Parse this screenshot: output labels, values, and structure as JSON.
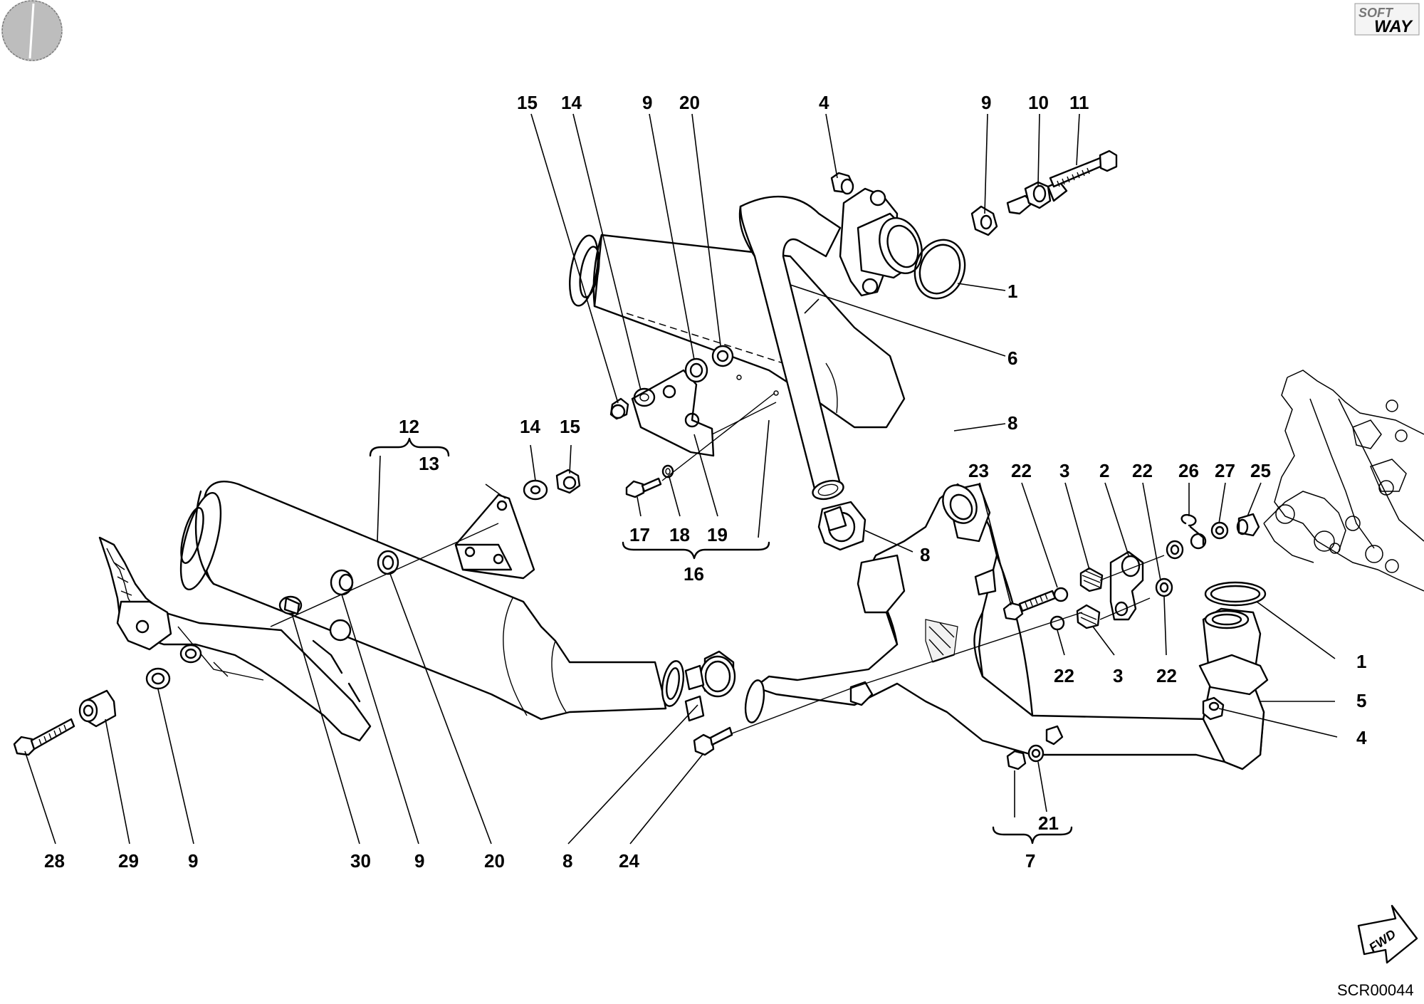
{
  "diagram": {
    "callouts": [
      {
        "id": "c15a",
        "text": "15"
      },
      {
        "id": "c14a",
        "text": "14"
      },
      {
        "id": "c9a",
        "text": "9"
      },
      {
        "id": "c20a",
        "text": "20"
      },
      {
        "id": "c4a",
        "text": "4"
      },
      {
        "id": "c9b",
        "text": "9"
      },
      {
        "id": "c10",
        "text": "10"
      },
      {
        "id": "c11",
        "text": "11"
      },
      {
        "id": "c1a",
        "text": "1"
      },
      {
        "id": "c6",
        "text": "6"
      },
      {
        "id": "c8a",
        "text": "8"
      },
      {
        "id": "c12",
        "text": "12"
      },
      {
        "id": "c13",
        "text": "13"
      },
      {
        "id": "c14b",
        "text": "14"
      },
      {
        "id": "c15b",
        "text": "15"
      },
      {
        "id": "c17",
        "text": "17"
      },
      {
        "id": "c18",
        "text": "18"
      },
      {
        "id": "c19",
        "text": "19"
      },
      {
        "id": "c16",
        "text": "16"
      },
      {
        "id": "c8b",
        "text": "8"
      },
      {
        "id": "c23",
        "text": "23"
      },
      {
        "id": "c22a",
        "text": "22"
      },
      {
        "id": "c3a",
        "text": "3"
      },
      {
        "id": "c2",
        "text": "2"
      },
      {
        "id": "c22b",
        "text": "22"
      },
      {
        "id": "c26",
        "text": "26"
      },
      {
        "id": "c27",
        "text": "27"
      },
      {
        "id": "c25",
        "text": "25"
      },
      {
        "id": "c1b",
        "text": "1"
      },
      {
        "id": "c22c",
        "text": "22"
      },
      {
        "id": "c3b",
        "text": "3"
      },
      {
        "id": "c22d",
        "text": "22"
      },
      {
        "id": "c5",
        "text": "5"
      },
      {
        "id": "c4b",
        "text": "4"
      },
      {
        "id": "c21",
        "text": "21"
      },
      {
        "id": "c7",
        "text": "7"
      },
      {
        "id": "c28",
        "text": "28"
      },
      {
        "id": "c29",
        "text": "29"
      },
      {
        "id": "c9c",
        "text": "9"
      },
      {
        "id": "c30",
        "text": "30"
      },
      {
        "id": "c9d",
        "text": "9"
      },
      {
        "id": "c20b",
        "text": "20"
      },
      {
        "id": "c8c",
        "text": "8"
      },
      {
        "id": "c24",
        "text": "24"
      }
    ],
    "logo": {
      "line1": "SOFT",
      "line2": "WAY"
    },
    "fwd_label": "FWD",
    "drawing_code": "SCR00044"
  }
}
